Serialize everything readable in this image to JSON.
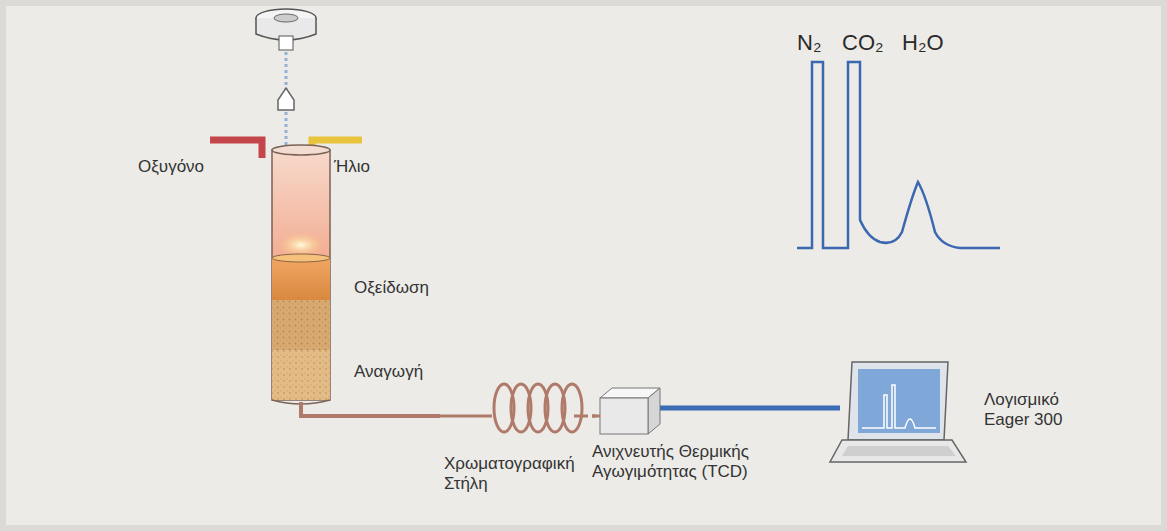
{
  "diagram": {
    "nodes": [
      {
        "text": [
          "Οξείδωση",
          "Αναγωγή"
        ]
      },
      {
        "text": [
          "Χρωματογραφική Στήλη"
        ]
      },
      {
        "text": [
          "Ανιχνευτής Θερμικής Αγωγιμότητας (TCD)"
        ]
      },
      {
        "text": [
          "Λογισμικό Eager 300"
        ]
      }
    ],
    "edges": [
      {
        "from": 0,
        "to": 1,
        "arrow": "none"
      },
      {
        "from": 1,
        "to": 2,
        "arrow": "none"
      },
      {
        "from": 2,
        "to": 3,
        "arrow": "none"
      }
    ],
    "labels": [
      "Οξυγόνο",
      "Ήλιο",
      "N₂",
      "CO₂",
      "H₂O"
    ]
  }
}
